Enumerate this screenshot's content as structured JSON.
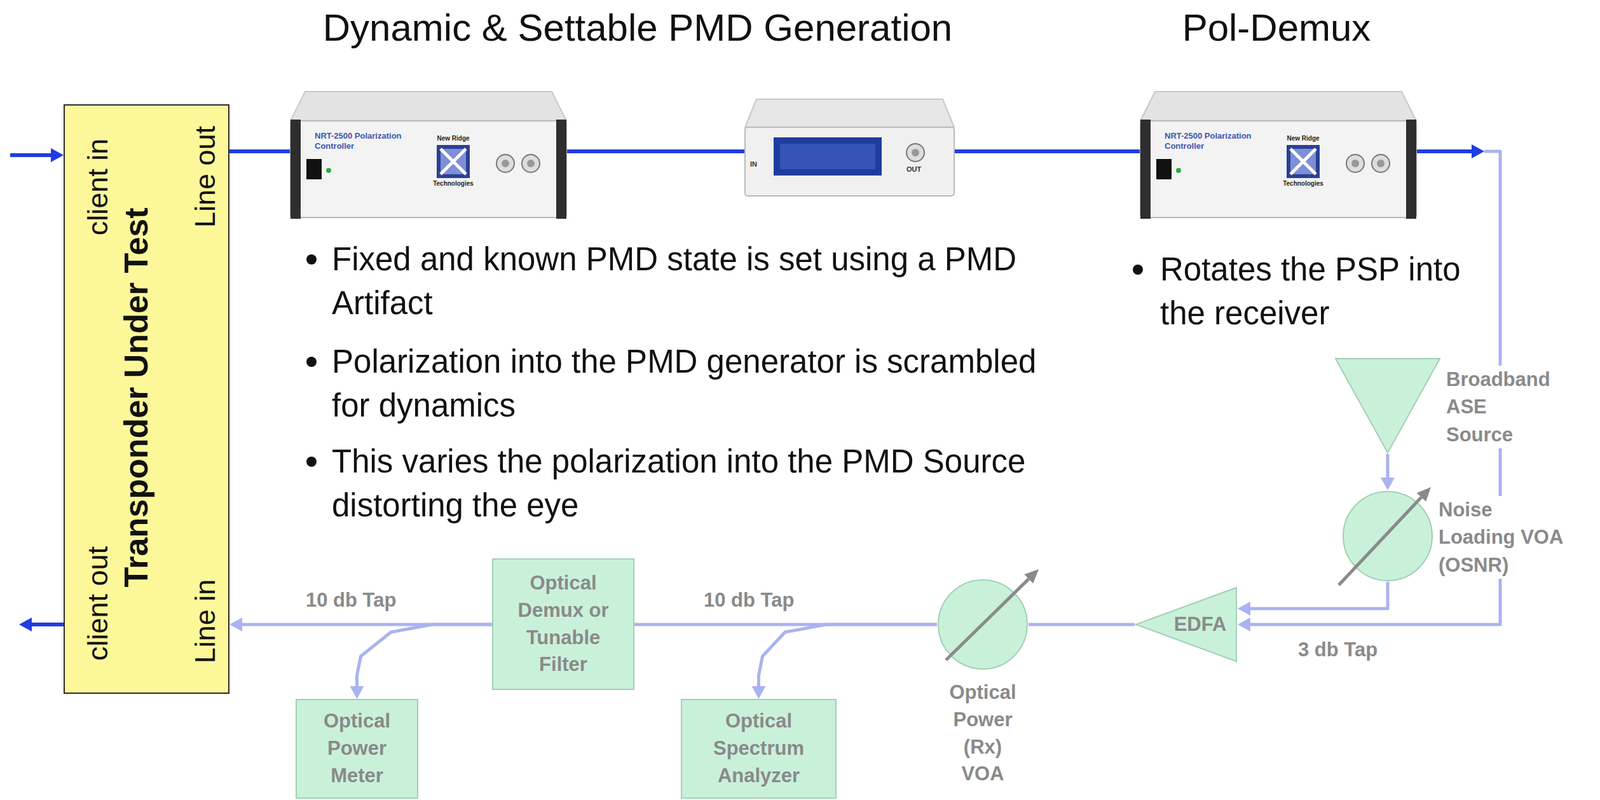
{
  "diagram": {
    "nodes": [
      {
        "text": [
          "client in",
          "Line out",
          "Transponder Under Test",
          "client out",
          "Line in"
        ]
      },
      {
        "text": [
          "NRT-2500 Polarization Controller",
          "New Ridge",
          "Technologies"
        ]
      },
      {
        "text": [
          "IN",
          "OUT"
        ]
      },
      {
        "text": [
          "NRT-2500 Polarization Controller",
          "New Ridge",
          "Technologies"
        ]
      },
      {
        "text": [
          "Broadband ASE Source"
        ]
      },
      {
        "text": [
          "Noise Loading VOA (OSNR)"
        ]
      },
      {
        "text": [
          "EDFA"
        ]
      },
      {
        "text": [
          "Optical Power (Rx) VOA"
        ]
      },
      {
        "text": [
          "Optical Spectrum Analyzer"
        ]
      },
      {
        "text": [
          "Optical Demux or Tunable Filter"
        ]
      },
      {
        "text": [
          "Optical Power Meter"
        ]
      }
    ],
    "edges": [
      {
        "from": 0,
        "to": 1,
        "arrow": "none"
      },
      {
        "from": 1,
        "to": 2,
        "arrow": "none"
      },
      {
        "from": 2,
        "to": 3,
        "arrow": "none"
      },
      {
        "from": 3,
        "to": 6,
        "arrow": "to"
      },
      {
        "from": 4,
        "to": 5,
        "arrow": "to"
      },
      {
        "from": 5,
        "to": 6,
        "arrow": "to"
      },
      {
        "from": 6,
        "to": 7,
        "arrow": "none"
      },
      {
        "from": 7,
        "to": 8,
        "arrow": "to"
      },
      {
        "from": 7,
        "to": 9,
        "arrow": "none"
      },
      {
        "from": 9,
        "to": 0,
        "arrow": "to"
      },
      {
        "from": 9,
        "to": 10,
        "arrow": "to"
      }
    ],
    "labels": [
      "Dynamic & Settable PMD Generation",
      "Pol-Demux",
      "Fixed and known PMD state is set using a PMD Artifact",
      "Polarization into the PMD generator is scrambled for dynamics",
      "This varies the polarization into the PMD Source distorting the eye",
      "Rotates the PSP into the receiver",
      "3 db Tap",
      "10 db Tap",
      "10 db Tap"
    ]
  }
}
